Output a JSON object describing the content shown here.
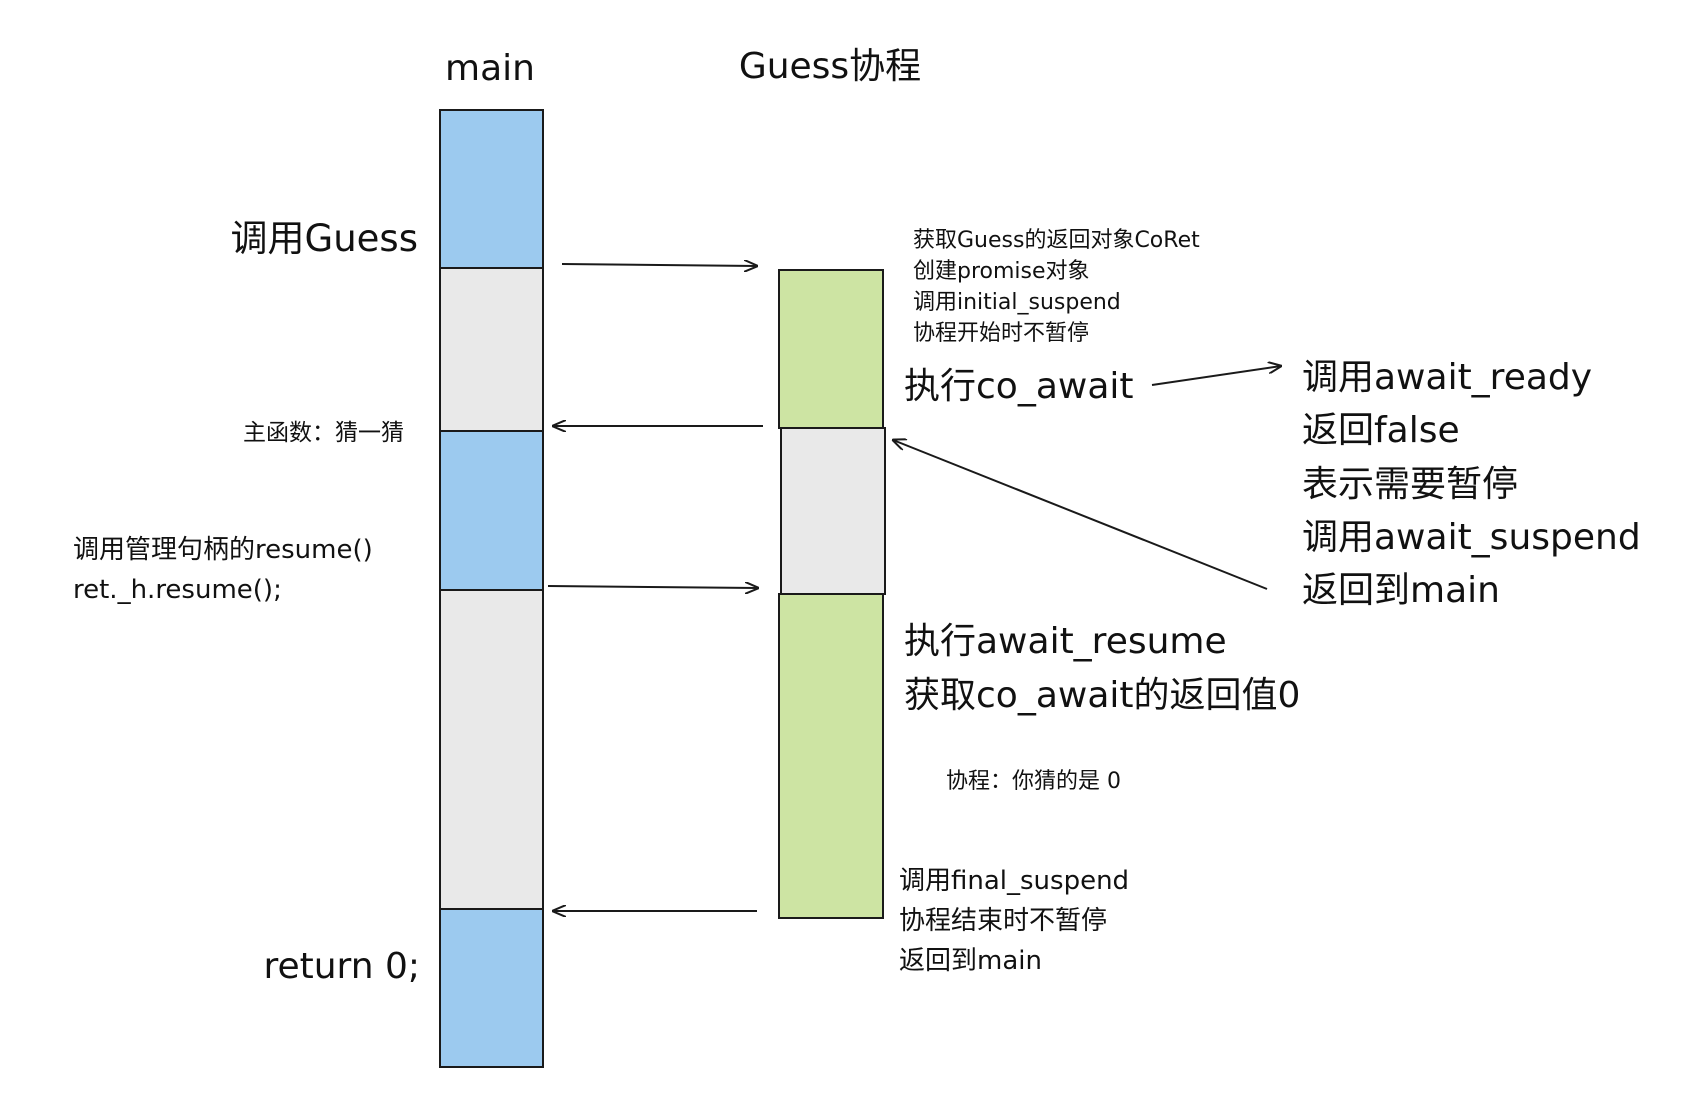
{
  "columns": {
    "main": "main",
    "guess": "Guess协程"
  },
  "colors": {
    "blue": "#9ccaef",
    "grey": "#e9e9e9",
    "green": "#cde4a3",
    "border": "#1a1a1a"
  },
  "main_labels": {
    "call_guess": "调用Guess",
    "main_guess": "主函数：猜一猜",
    "resume_line1": "调用管理句柄的resume()",
    "resume_line2": "ret._h.resume();",
    "return0": "return 0;"
  },
  "coroutine_labels": {
    "create": [
      "获取Guess的返回对象CoRet",
      "创建promise对象",
      "调用initial_suspend",
      "协程开始时不暂停"
    ],
    "exec_co_await": "执行co_await",
    "await_steps": [
      "调用await_ready",
      "返回false",
      "表示需要暂停",
      "调用await_suspend",
      "返回到main"
    ],
    "exec_resume": [
      "执行await_resume",
      "获取co_await的返回值0"
    ],
    "guessed": "协程：你猜的是 0",
    "final": [
      "调用final_suspend",
      "协程结束时不暂停",
      "返回到main"
    ]
  }
}
